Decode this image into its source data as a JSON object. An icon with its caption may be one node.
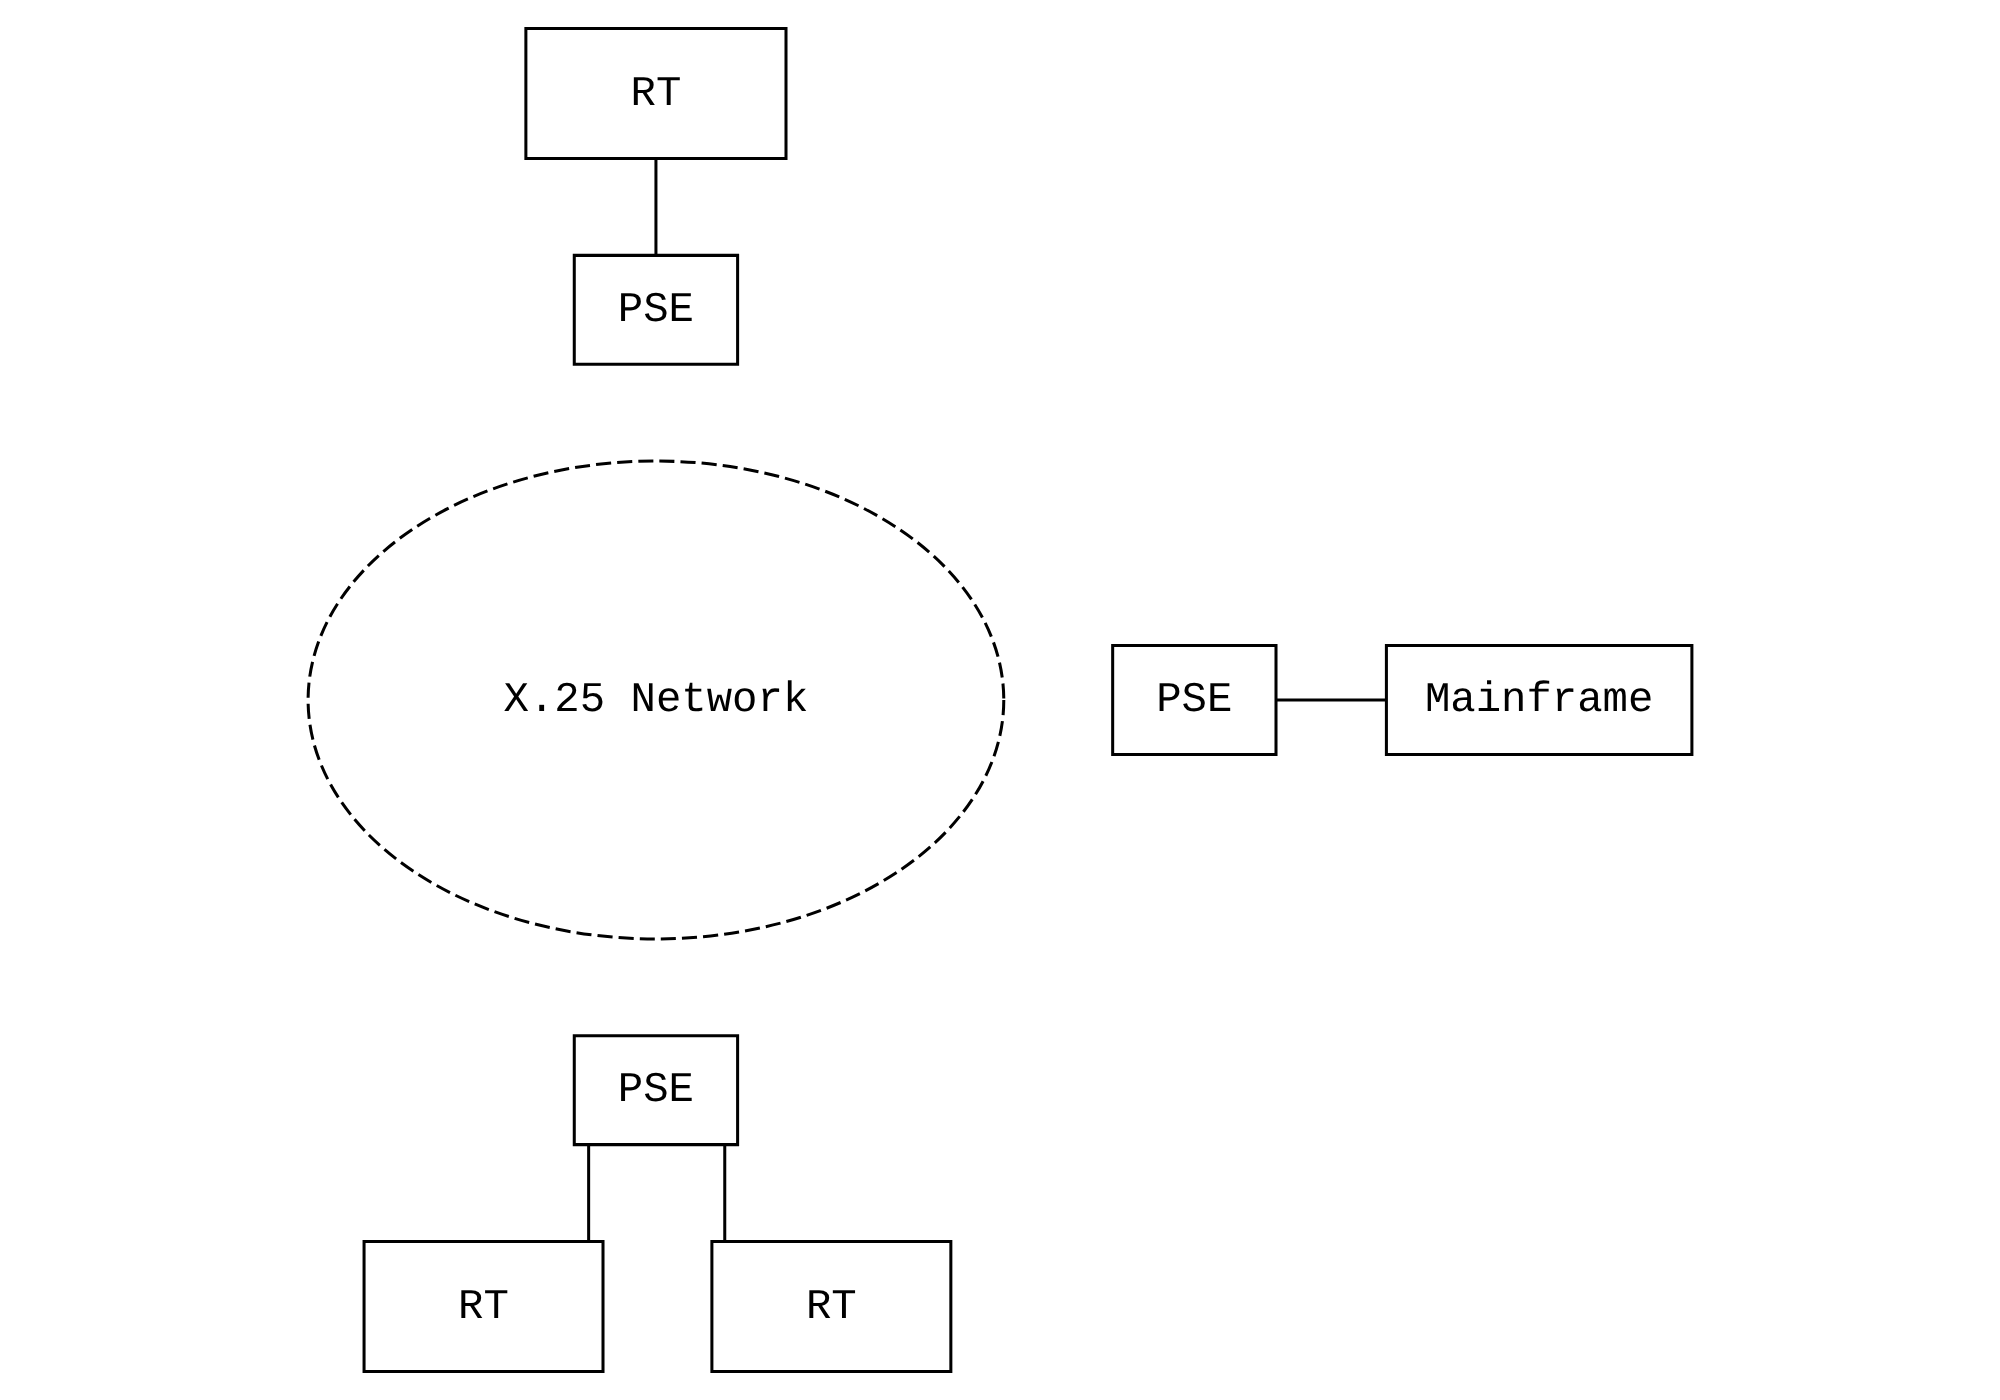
{
  "diagram": {
    "nodes": [
      {
        "text": [
          "RT"
        ]
      },
      {
        "text": [
          "PSE"
        ]
      },
      {
        "text": [
          "X.25 Network"
        ]
      },
      {
        "text": [
          "PSE"
        ]
      },
      {
        "text": [
          "Mainframe"
        ]
      },
      {
        "text": [
          "PSE"
        ]
      },
      {
        "text": [
          "RT"
        ]
      },
      {
        "text": [
          "RT"
        ]
      }
    ],
    "edges": [
      {
        "from": 0,
        "to": 1,
        "arrow": "none"
      },
      {
        "from": 3,
        "to": 4,
        "arrow": "none"
      },
      {
        "from": 5,
        "to": 6,
        "arrow": "none"
      },
      {
        "from": 5,
        "to": 7,
        "arrow": "none"
      }
    ]
  }
}
